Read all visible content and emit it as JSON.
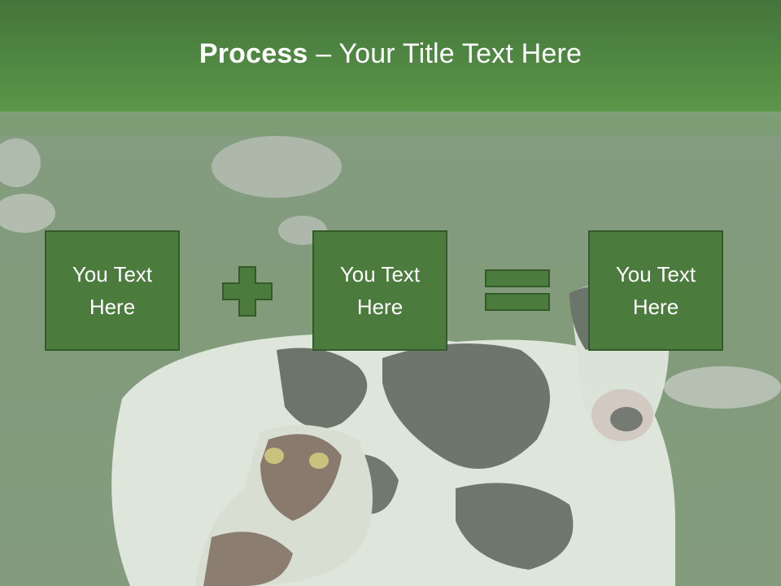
{
  "slide": {
    "title_bold": "Process",
    "title_rest": " – Your Title Text Here",
    "boxes": [
      {
        "label": "You Text Here"
      },
      {
        "label": "You Text Here"
      },
      {
        "label": "You Text Here"
      }
    ],
    "operators": [
      "plus-icon",
      "equals-icon"
    ]
  },
  "colors": {
    "title_bar": "#4f8642",
    "box_fill": "#4c7c3d",
    "box_border": "#355a2a",
    "text": "#ffffff"
  }
}
